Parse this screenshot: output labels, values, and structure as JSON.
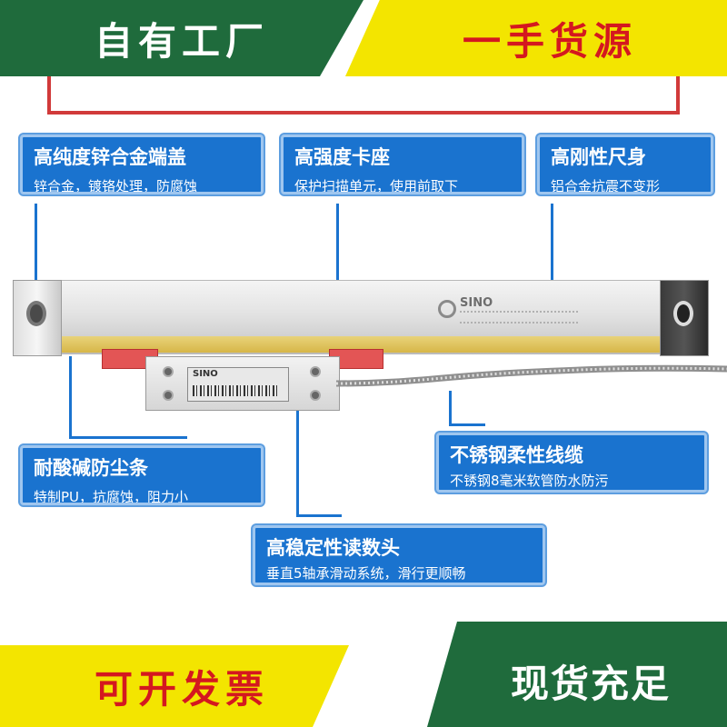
{
  "banners": {
    "top_left": "自有工厂",
    "top_right": "一手货源",
    "bottom_left": "可开发票",
    "bottom_right": "现货充足"
  },
  "features": {
    "endcap": {
      "title": "高纯度锌合金端盖",
      "desc": "锌合金，镀铬处理，防腐蚀"
    },
    "carriage": {
      "title": "高强度卡座",
      "desc": "保护扫描单元，使用前取下"
    },
    "body": {
      "title": "高刚性尺身",
      "desc": "铝合金抗震不变形"
    },
    "seal": {
      "title": "耐酸碱防尘条",
      "desc": "特制PU，抗腐蚀，阻力小"
    },
    "cable": {
      "title": "不锈钢柔性线缆",
      "desc": "不锈钢8毫米软管防水防污"
    },
    "head": {
      "title": "高稳定性读数头",
      "desc": "垂直5轴承滑动系统，滑行更顺畅"
    }
  },
  "product": {
    "brand": "SINO",
    "label_brand": "SINO"
  },
  "colors": {
    "green": "#1f6b3c",
    "yellow": "#f3e500",
    "red": "#d4181f",
    "blue": "#1a73cf"
  }
}
